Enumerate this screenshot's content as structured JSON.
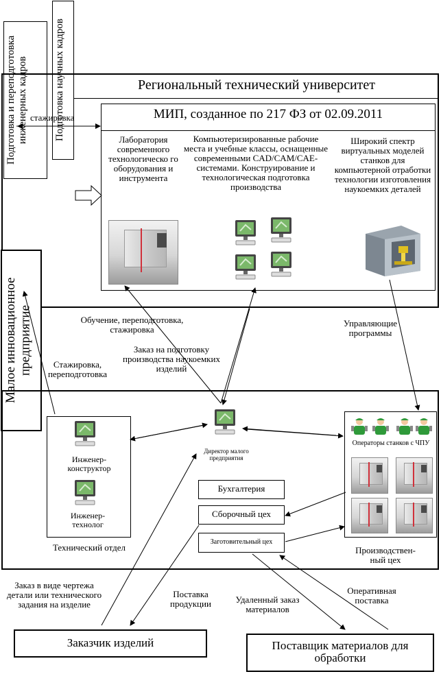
{
  "top_labels": {
    "engineers_training": "Подготовка и переподготовка инженерных кадров",
    "scientific_training": "Подготовка научных кадров"
  },
  "university": {
    "title": "Региональный технический университет"
  },
  "mip": {
    "title": "МИП, созданное по 217 ФЗ от 02.09.2011",
    "lab": "Лаборатория современного технологическо го оборудования и инструмента",
    "workplaces": "Компьютеризированные рабочие места и учебные классы, оснащенные современными CAD/CAM/CAE-системами. Конструирование и технологическая подготовка производства",
    "virtual_models": "Широкий спектр виртуальных моделей станков для компьютерной отработки технологии изготовления наукоемких деталей"
  },
  "internship": "стажировка",
  "small_enterprise": "Малое инновационное предприятие",
  "arrow_labels": {
    "training": "Обучение, переподготовка, стажировка",
    "order_preparation": "Заказ на подготовку производства наукоемких изделий",
    "control_programs": "Управляющие программы",
    "internship_retraining": "Стажировка, переподготовка",
    "order_drawing": "Заказ в виде чертежа детали или технического задания на изделие",
    "product_delivery": "Поставка продукции",
    "remote_order": "Удаленный заказ материалов",
    "operative_delivery": "Оперативная поставка"
  },
  "tech_dept": {
    "design_engineer": "Инженер-конструктор",
    "process_engineer": "Инженер-технолог",
    "label": "Технический отдел"
  },
  "director": "Директор малого предприятия",
  "shops": {
    "accounting": "Бухгалтерия",
    "assembly": "Сборочный цех",
    "procurement": "Заготовительный цех"
  },
  "production": {
    "operators": "Операторы станков с ЧПУ",
    "label": "Производствен-ный цех"
  },
  "customer": "Заказчик изделий",
  "supplier": "Поставщик материалов для обработки",
  "colors": {
    "line": "#000000",
    "machine_accent": "#d0303a",
    "worker_green": "#2f9a3a"
  }
}
